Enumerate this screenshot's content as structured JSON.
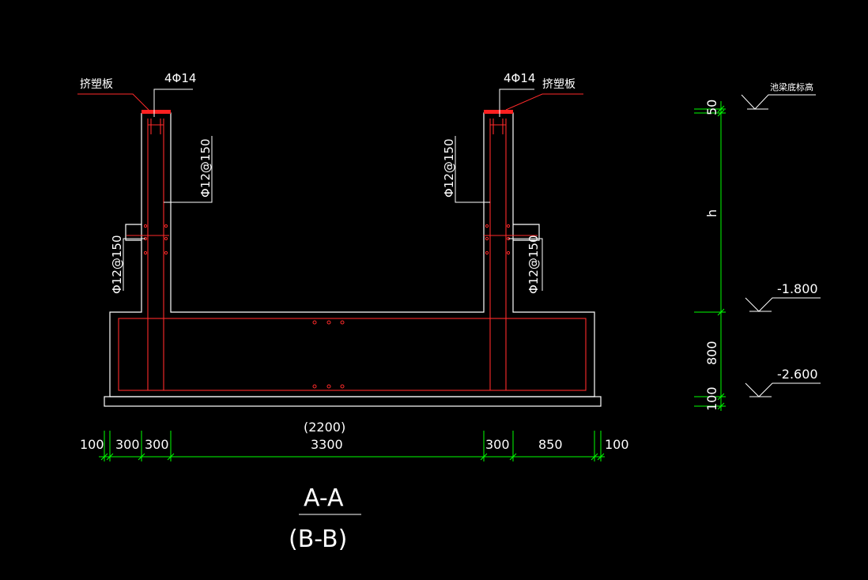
{
  "annotations": {
    "xps_left": "挤塑板",
    "xps_right": "挤塑板",
    "rebar_top_left": "4Φ14",
    "rebar_top_right": "4Φ14",
    "stirrup_wall_left": "Φ12@150",
    "stirrup_wall_right": "Φ12@150",
    "stirrup_low_left": "Φ12@150",
    "stirrup_low_right": "Φ12@150"
  },
  "dimensions": {
    "bottom": [
      "100",
      "300",
      "300",
      "3300",
      "300",
      "850",
      "100"
    ],
    "bottom_alt": "(2200)",
    "vertical": [
      "50",
      "h",
      "800",
      "100"
    ]
  },
  "elevations": {
    "top_label": "池梁底标高",
    "mid": "-1.800",
    "bottom": "-2.600"
  },
  "section": {
    "title": "A-A",
    "subtitle": "(B-B)"
  },
  "colors": {
    "outline": "#ffffff",
    "rebar": "#ff2a2a",
    "dimension": "#00ff00",
    "background": "#000000"
  }
}
